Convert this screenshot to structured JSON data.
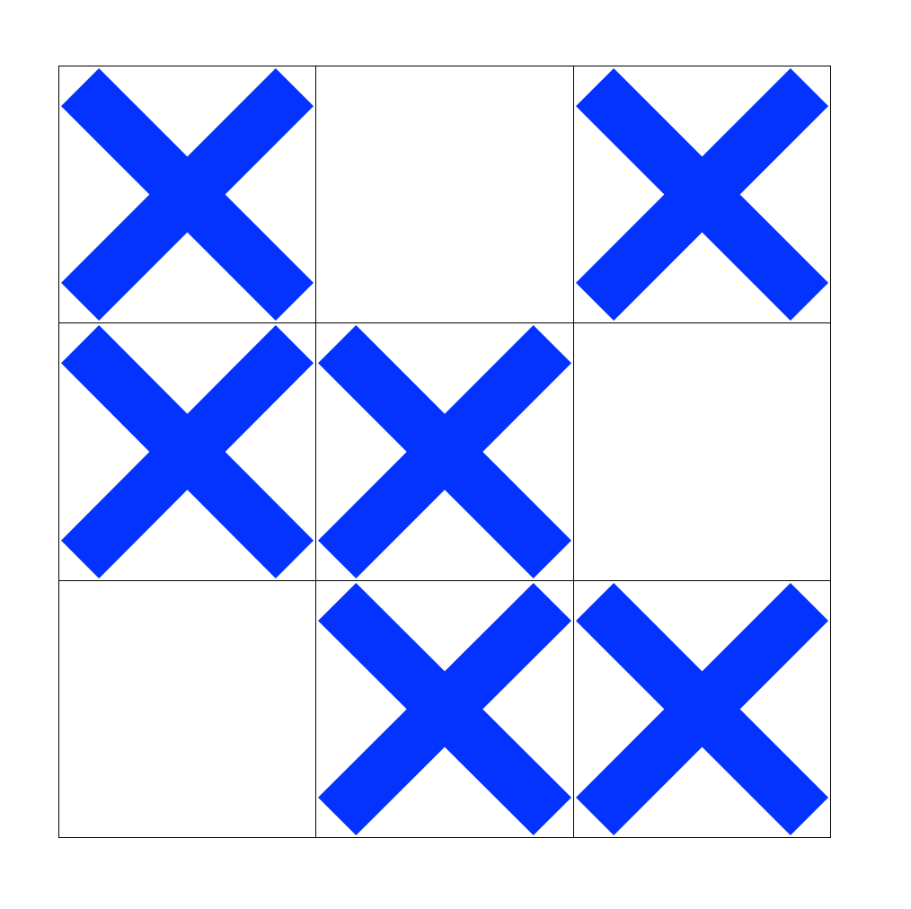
{
  "game": {
    "type": "tic-tac-toe",
    "board": [
      [
        "X",
        "",
        "X"
      ],
      [
        "X",
        "X",
        ""
      ],
      [
        "",
        "X",
        "X"
      ]
    ],
    "mark_color": "#0433ff",
    "grid_color": "#000000",
    "background_color": "#ffffff"
  }
}
